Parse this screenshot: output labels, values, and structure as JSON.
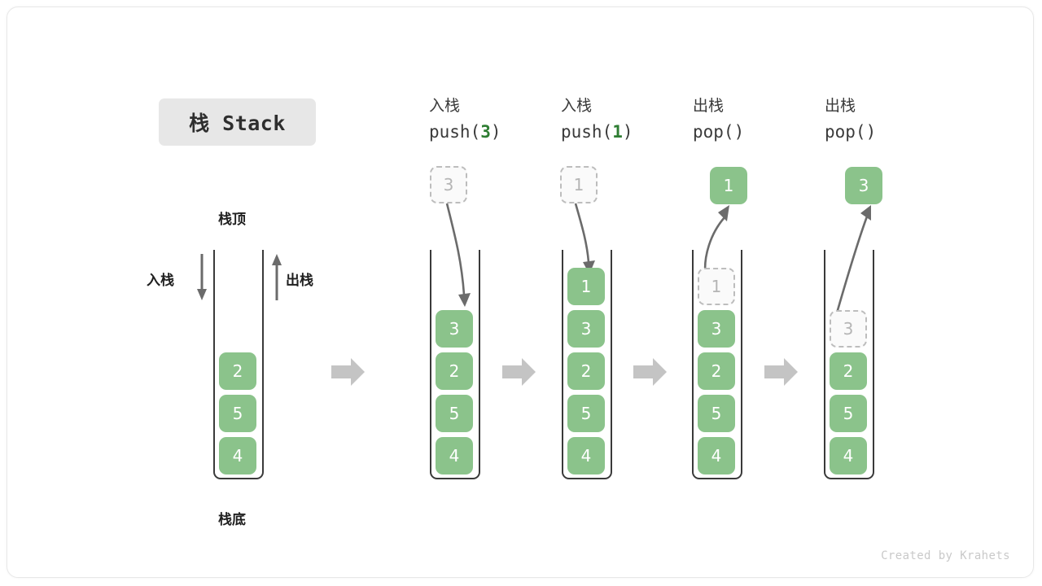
{
  "diagram": {
    "title": "栈 Stack",
    "footer": "Created by Krahets",
    "colors": {
      "element_green": "#8bc38b",
      "arg_green": "#2e7d32",
      "ghost_border": "#bdbdbd",
      "ghost_text": "#b5b5b5",
      "frame": "#3a3a3a",
      "sep_arrow": "#c4c4c4",
      "chip_bg": "#e7e7e7",
      "card_border": "#e8e8e8"
    },
    "overview": {
      "top_label": "栈顶",
      "bottom_label": "栈底",
      "push_label": "入栈",
      "pop_label": "出栈",
      "push_arrow_icon": "arrow-down-icon",
      "pop_arrow_icon": "arrow-up-icon",
      "stack": [
        "2",
        "5",
        "4"
      ]
    },
    "steps": [
      {
        "id": "push-3",
        "op_cn": "入栈",
        "code_prefix": "push(",
        "code_arg": "3",
        "code_suffix": ")",
        "incoming": {
          "value": "3",
          "style": "ghost",
          "position": "above"
        },
        "arrow_icon": "arrow-down-curved-icon",
        "arrow_direction": "into-stack",
        "stack": [
          "3",
          "2",
          "5",
          "4"
        ],
        "stack_styles": [
          "solid",
          "solid",
          "solid",
          "solid"
        ]
      },
      {
        "id": "push-1",
        "op_cn": "入栈",
        "code_prefix": "push(",
        "code_arg": "1",
        "code_suffix": ")",
        "incoming": {
          "value": "1",
          "style": "ghost",
          "position": "above"
        },
        "arrow_icon": "arrow-down-curved-icon",
        "arrow_direction": "into-stack",
        "stack": [
          "1",
          "3",
          "2",
          "5",
          "4"
        ],
        "stack_styles": [
          "solid",
          "solid",
          "solid",
          "solid",
          "solid"
        ]
      },
      {
        "id": "pop-1",
        "op_cn": "出栈",
        "code_prefix": "pop(",
        "code_arg": "",
        "code_suffix": ")",
        "outgoing": {
          "value": "1",
          "style": "solid",
          "position": "above"
        },
        "arrow_icon": "arrow-up-curved-icon",
        "arrow_direction": "out-of-stack",
        "stack": [
          "1",
          "3",
          "2",
          "5",
          "4"
        ],
        "stack_styles": [
          "ghost",
          "solid",
          "solid",
          "solid",
          "solid"
        ]
      },
      {
        "id": "pop-3",
        "op_cn": "出栈",
        "code_prefix": "pop(",
        "code_arg": "",
        "code_suffix": ")",
        "outgoing": {
          "value": "3",
          "style": "solid",
          "position": "above"
        },
        "arrow_icon": "arrow-up-curved-icon",
        "arrow_direction": "out-of-stack",
        "stack": [
          "3",
          "2",
          "5",
          "4"
        ],
        "stack_styles": [
          "ghost",
          "solid",
          "solid",
          "solid"
        ]
      }
    ],
    "separator_icon": "arrow-right-block-icon",
    "separator_count": 4
  }
}
